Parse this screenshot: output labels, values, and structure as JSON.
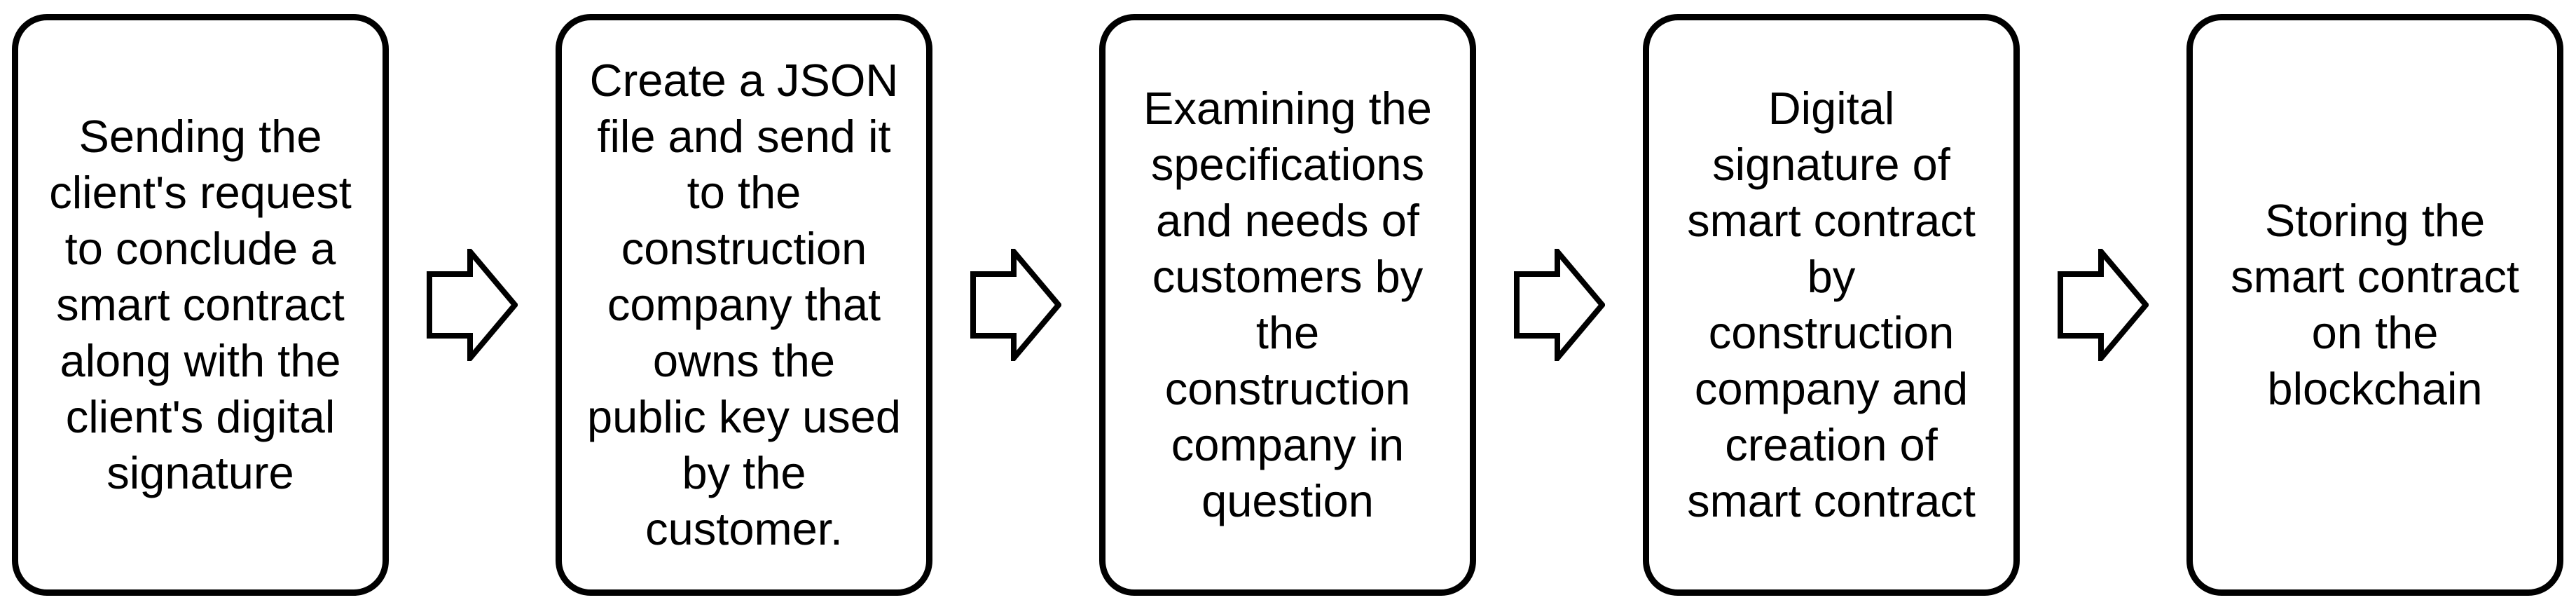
{
  "flow": {
    "steps": [
      {
        "label": "Sending the\nclient's request\nto conclude a\nsmart contract\nalong with the\nclient's digital\nsignature"
      },
      {
        "label": "Create a JSON\nfile and send it\nto the\nconstruction\ncompany that\nowns the\npublic key used\nby the\ncustomer."
      },
      {
        "label": "Examining the\nspecifications\nand needs of\ncustomers by\nthe\nconstruction\ncompany in\nquestion"
      },
      {
        "label": "Digital\nsignature of\nsmart contract\nby\nconstruction\ncompany and\ncreation of\nsmart contract"
      },
      {
        "label": "Storing the\nsmart contract\non the\nblockchain"
      }
    ],
    "arrow_icon": "block-arrow-right"
  },
  "colors": {
    "border": "#000000",
    "background": "#ffffff",
    "text": "#000000"
  }
}
